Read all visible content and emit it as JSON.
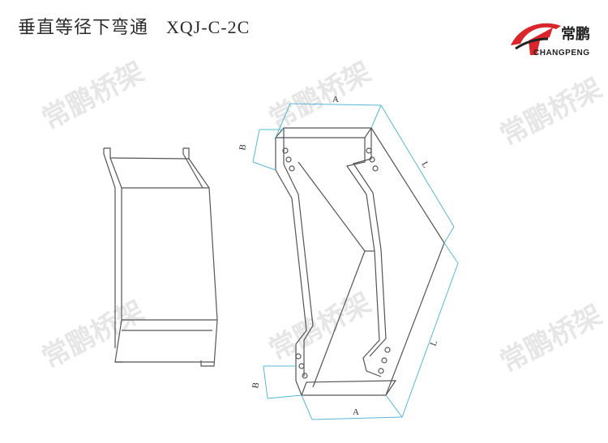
{
  "header": {
    "title_cn": "垂直等径下弯通",
    "model": "XQJ-C-2C"
  },
  "logo": {
    "cn": "常鹏",
    "en": "CHANGPENG",
    "accent": "#d9262c"
  },
  "watermark": {
    "text": "常鹏桥架"
  },
  "dimensions": {
    "top_width": "A",
    "top_length": "L",
    "top_height": "B",
    "bottom_width": "A",
    "bottom_length": "L",
    "bottom_height": "B"
  },
  "colors": {
    "outline": "#555555",
    "dimension_line": "#56b8d8",
    "watermark": "#e6e6e6"
  }
}
